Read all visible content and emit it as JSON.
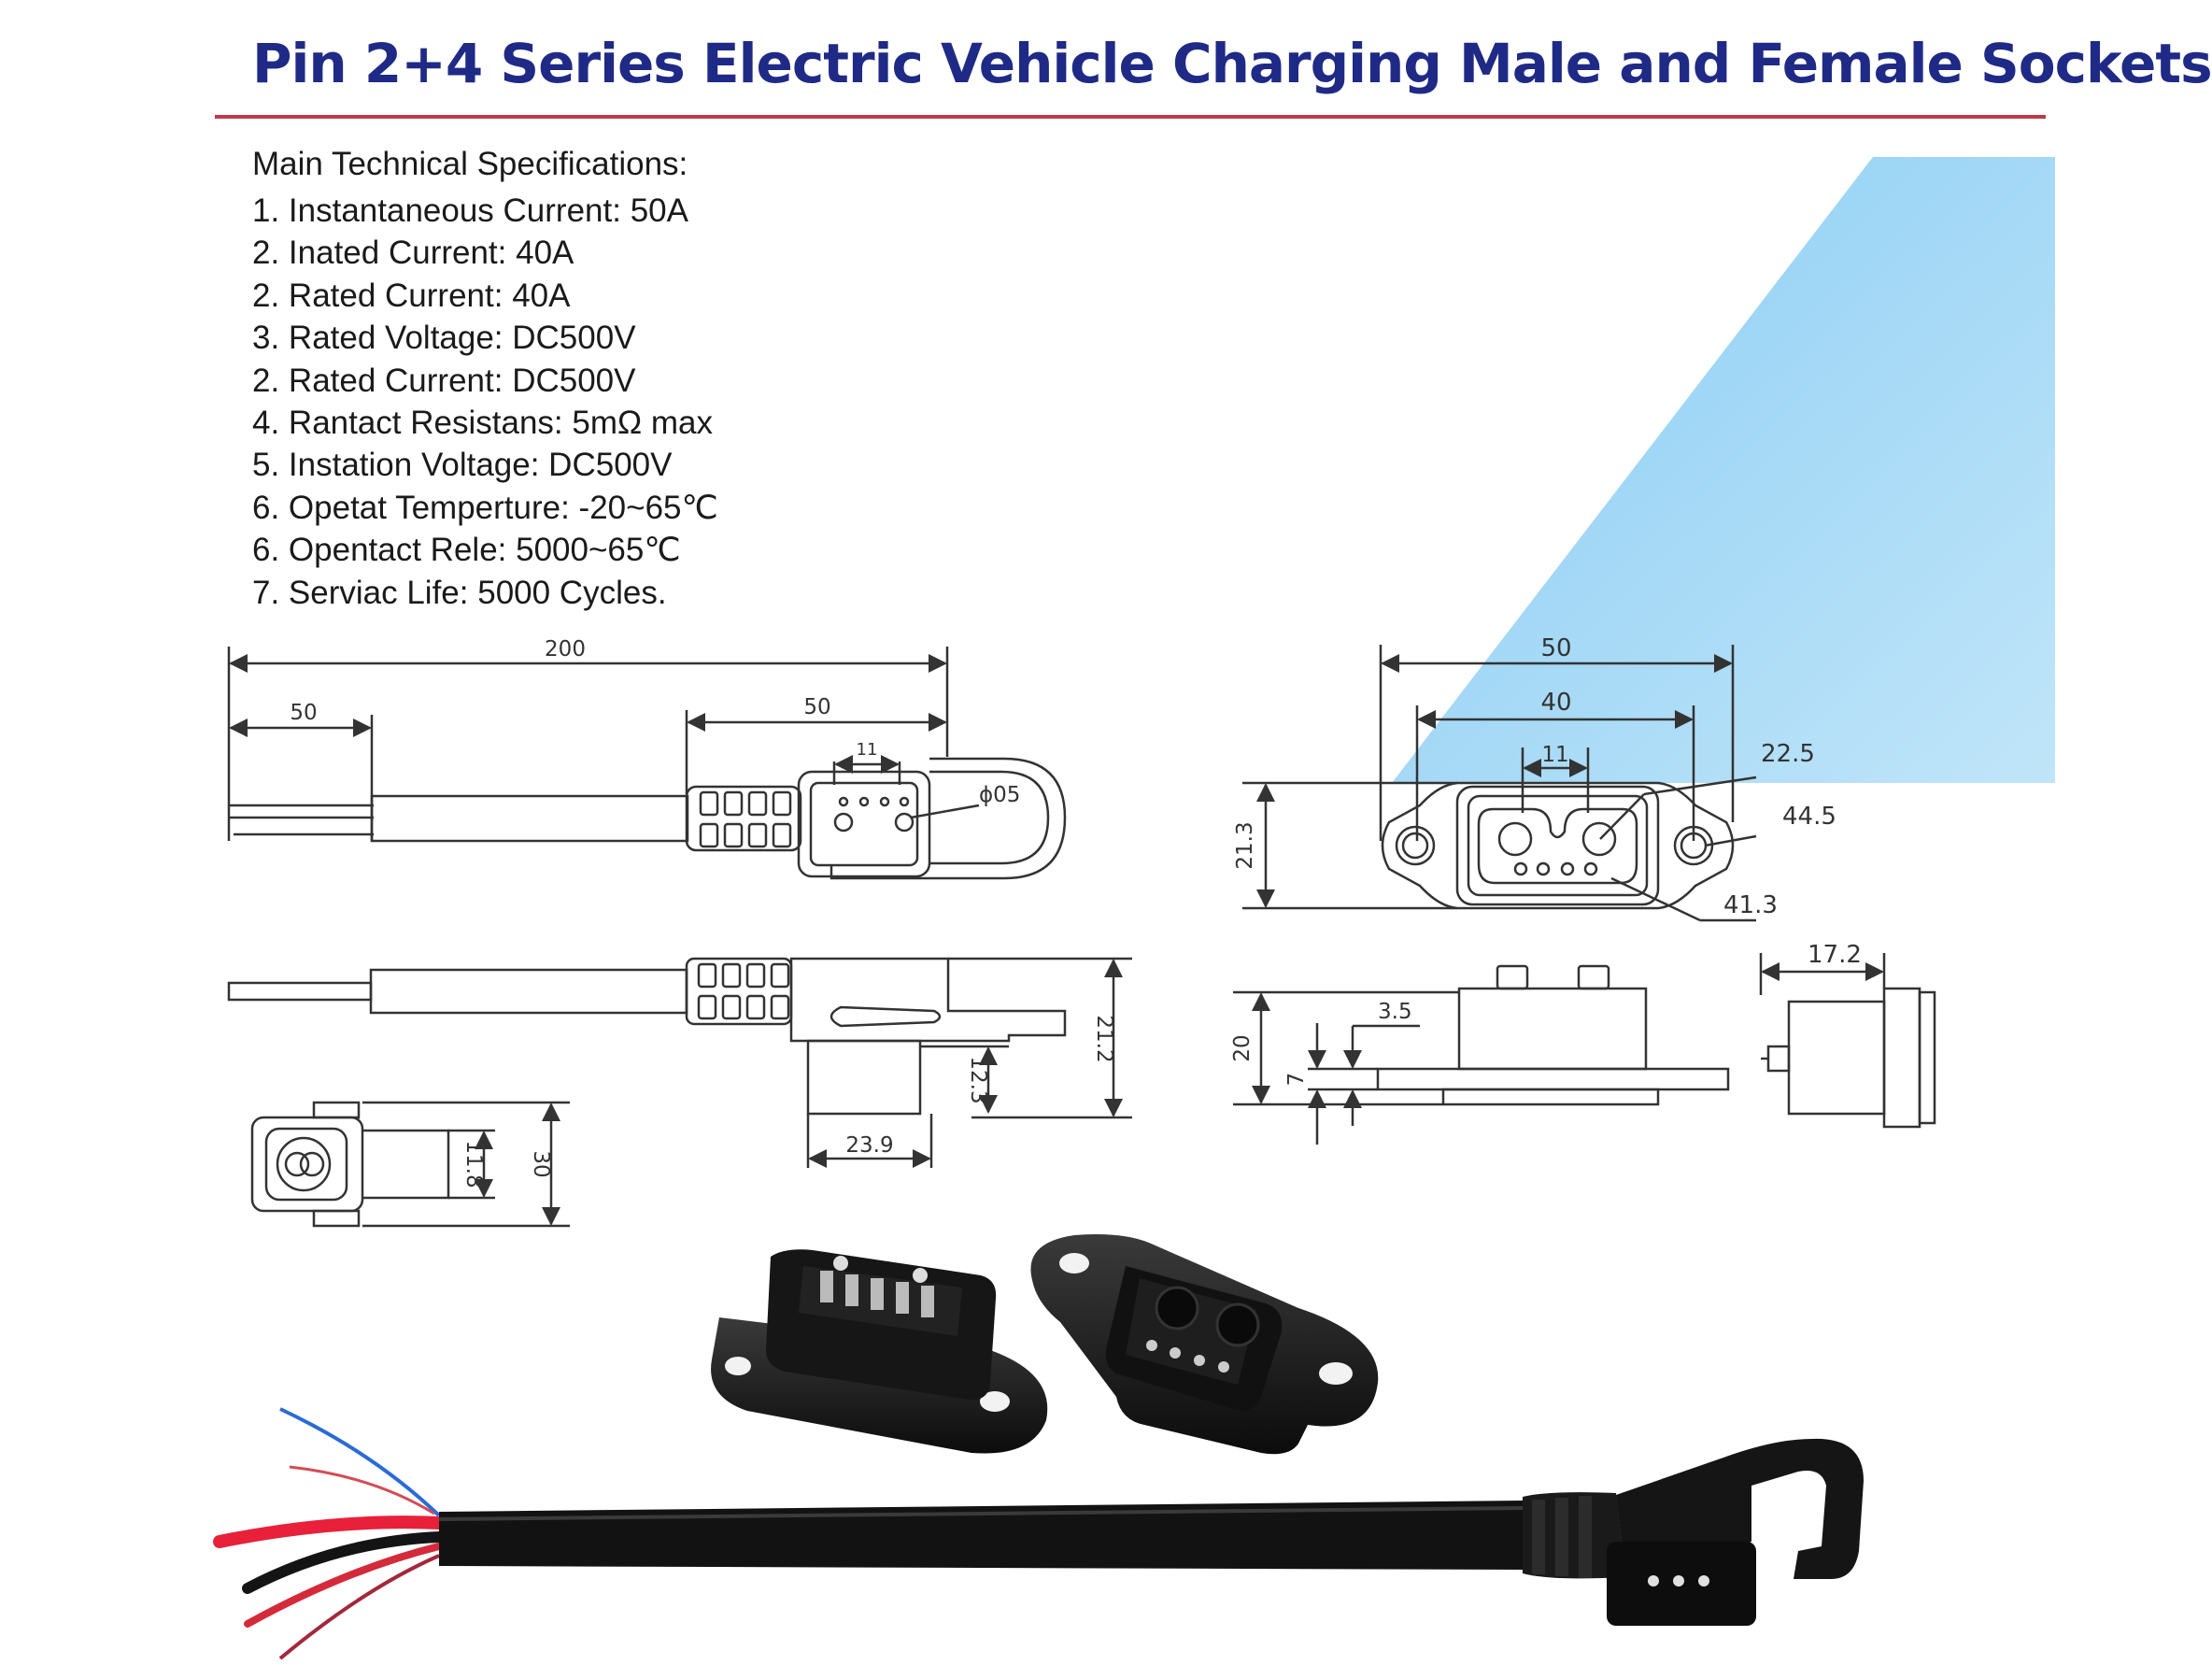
{
  "title": "Pin 2+4 Series Electric Vehicle Charging Male and Female Sockets",
  "specs": {
    "heading": "Main Technical Specifications:",
    "items": [
      "1.  Instantaneous Current:  50A",
      "2.  Inated Current:  40A",
      "2.  Rated Current:   40A",
      "3.  Rated Voltage:  DC500V",
      "2.  Rated  Current: DC500V",
      "4.  Rantact Resistans: 5mΩ  max",
      "5.  Instation Voltage:  DC500V",
      "6.  Opetat Temperture: -20~65℃",
      "6.  Opentact Rele: 5000~65℃",
      "7.  Serviac Life:  5000 Cycles."
    ]
  },
  "dimensions": {
    "cable_total": "200",
    "cable_strip": "50",
    "cable_plug": "50",
    "plug_pin_gap": "11",
    "plug_pin_note": "ϕ05",
    "plug_height": "21.2",
    "plug_body": "12.3",
    "plug_width": "23.9",
    "end_inner": "11.8",
    "end_outer": "30",
    "socket_total": "50",
    "socket_holes": "40",
    "socket_pin_gap": "11",
    "socket_hole_dia": "22.5",
    "socket_width": "44.5",
    "socket_flange": "41.3",
    "socket_height": "21.3",
    "side_height": "20",
    "side_flange": "7",
    "side_step": "3.5",
    "depth": "17.2"
  },
  "colors": {
    "title": "#1f2a86",
    "rule": "#c0394b",
    "highlight": "#8fd0f5",
    "wire_red": "#e8203a",
    "wire_blue": "#2a6cd6"
  }
}
